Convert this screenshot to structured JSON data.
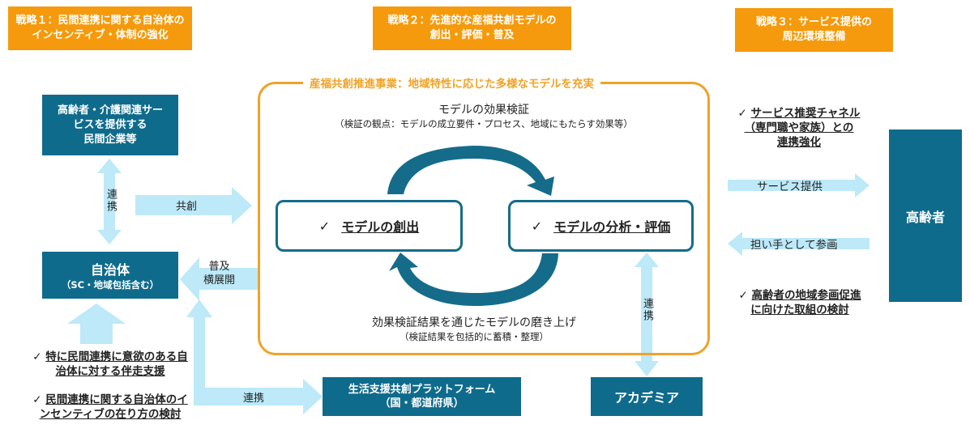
{
  "strategies": [
    {
      "label": "戦略１：民間連携に関する自治体の\nインセンティブ・体制の強化"
    },
    {
      "label": "戦略２：先進的な産福共創モデルの\n創出・評価・普及"
    },
    {
      "label": "戦略３：サービス提供の\n周辺環境整備"
    }
  ],
  "center": {
    "frame_title": "産福共創推進事業：地域特性に応じた多様なモデルを充実",
    "verify_title": "モデルの効果検証",
    "verify_sub": "（検証の観点：モデルの成立要件・プロセス、地域にもたらす効果等）",
    "model_create": "モデルの創出",
    "model_analyze": "モデルの分析・評価",
    "check_mark": "✓",
    "refine_title": "効果検証結果を通じたモデルの磨き上げ",
    "refine_sub": "（検証結果を包括的に蓄積・整理）"
  },
  "left": {
    "company": "高齢者・介護関連サー\nビスを提供する\n民間企業等",
    "municipality": "自治体",
    "municipality_sub": "（SC・地域包括含む）",
    "link_label": "連携",
    "cocreate_label": "共創",
    "spread_label": "普及\n横展開",
    "checks": [
      "特に民間連携に意欲のある自\n治体に対する伴走支援",
      "民間連携に関する自治体のイ\nンセンティブの在り方の検討"
    ],
    "platform_link_label": "連携"
  },
  "bottom": {
    "platform": "生活支援共創プラットフォーム",
    "platform_sub": "（国・都道府県）",
    "academia": "アカデミア",
    "academia_link_label": "連携"
  },
  "right": {
    "check_top": "サービス推奨チャネル\n（専門職や家族）との\n連携強化",
    "service_label": "サービス提供",
    "participate_label": "担い手として参画",
    "elderly": "高齢者",
    "check_bottom": "高齢者の地域参画促進\nに向けた取組の検討"
  },
  "colors": {
    "orange": "#F59A0C",
    "teal": "#0F6B8C",
    "light_blue": "#BDE9F9",
    "frame": "#F0A328"
  }
}
